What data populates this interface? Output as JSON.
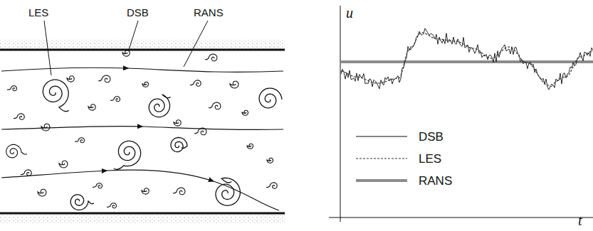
{
  "diagram": {
    "labels": [
      "LES",
      "DSB",
      "RANS",
      "u",
      "t"
    ],
    "legend": [
      {
        "text": "DSB"
      },
      {
        "text": "LES"
      },
      {
        "text": "RANS"
      }
    ]
  }
}
